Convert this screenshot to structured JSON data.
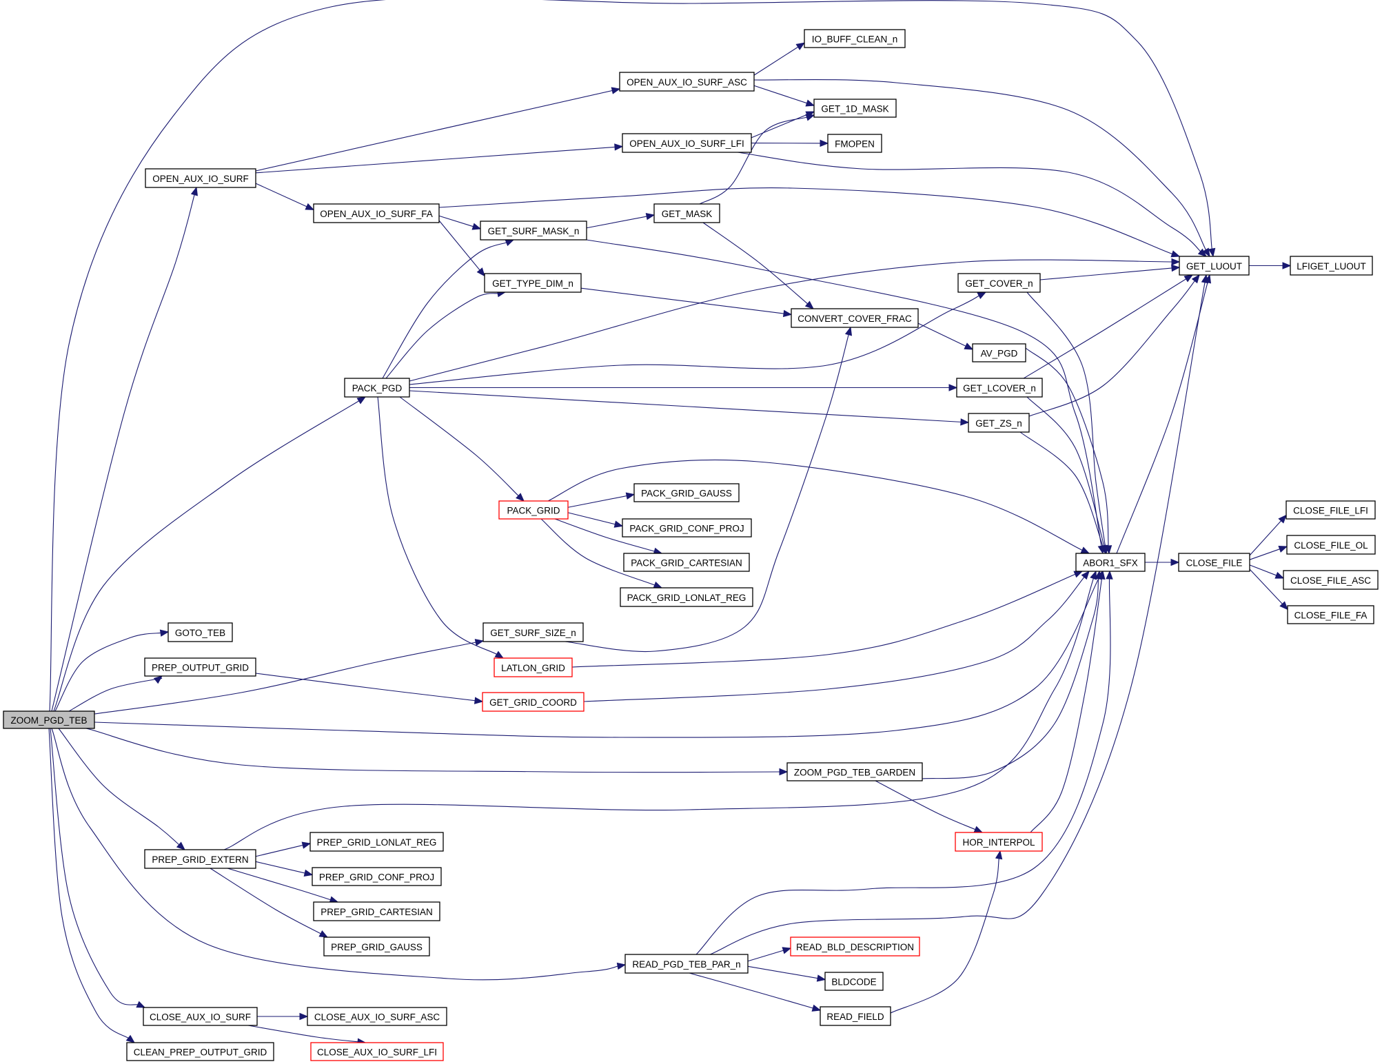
{
  "graph": {
    "root": "ZOOM_PGD_TEB",
    "colors": {
      "edge": "#191970",
      "node_border": "#000000",
      "truncated_border": "#ff0000",
      "root_fill": "#bfbfbf",
      "node_fill": "#ffffff"
    },
    "nodes": [
      {
        "id": "ZOOM_PGD_TEB",
        "label": "ZOOM_PGD_TEB",
        "root": true
      },
      {
        "id": "OPEN_AUX_IO_SURF",
        "label": "OPEN_AUX_IO_SURF"
      },
      {
        "id": "OPEN_AUX_IO_SURF_ASC",
        "label": "OPEN_AUX_IO_SURF_ASC"
      },
      {
        "id": "OPEN_AUX_IO_SURF_LFI",
        "label": "OPEN_AUX_IO_SURF_LFI"
      },
      {
        "id": "OPEN_AUX_IO_SURF_FA",
        "label": "OPEN_AUX_IO_SURF_FA"
      },
      {
        "id": "IO_BUFF_CLEAN_n",
        "label": "IO_BUFF_CLEAN_n"
      },
      {
        "id": "GET_1D_MASK",
        "label": "GET_1D_MASK"
      },
      {
        "id": "FMOPEN",
        "label": "FMOPEN"
      },
      {
        "id": "GET_MASK",
        "label": "GET_MASK"
      },
      {
        "id": "GET_SURF_MASK_n",
        "label": "GET_SURF_MASK_n"
      },
      {
        "id": "GET_TYPE_DIM_n",
        "label": "GET_TYPE_DIM_n"
      },
      {
        "id": "GET_LUOUT",
        "label": "GET_LUOUT"
      },
      {
        "id": "LFIGET_LUOUT",
        "label": "LFIGET_LUOUT"
      },
      {
        "id": "GET_COVER_n",
        "label": "GET_COVER_n"
      },
      {
        "id": "CONVERT_COVER_FRAC",
        "label": "CONVERT_COVER_FRAC"
      },
      {
        "id": "AV_PGD",
        "label": "AV_PGD"
      },
      {
        "id": "PACK_PGD",
        "label": "PACK_PGD"
      },
      {
        "id": "GET_LCOVER_n",
        "label": "GET_LCOVER_n"
      },
      {
        "id": "GET_ZS_n",
        "label": "GET_ZS_n"
      },
      {
        "id": "PACK_GRID",
        "label": "PACK_GRID",
        "truncated": true
      },
      {
        "id": "PACK_GRID_GAUSS",
        "label": "PACK_GRID_GAUSS"
      },
      {
        "id": "PACK_GRID_CONF_PROJ",
        "label": "PACK_GRID_CONF_PROJ"
      },
      {
        "id": "PACK_GRID_CARTESIAN",
        "label": "PACK_GRID_CARTESIAN"
      },
      {
        "id": "PACK_GRID_LONLAT_REG",
        "label": "PACK_GRID_LONLAT_REG"
      },
      {
        "id": "ABOR1_SFX",
        "label": "ABOR1_SFX"
      },
      {
        "id": "CLOSE_FILE",
        "label": "CLOSE_FILE"
      },
      {
        "id": "CLOSE_FILE_LFI",
        "label": "CLOSE_FILE_LFI"
      },
      {
        "id": "CLOSE_FILE_OL",
        "label": "CLOSE_FILE_OL"
      },
      {
        "id": "CLOSE_FILE_ASC",
        "label": "CLOSE_FILE_ASC"
      },
      {
        "id": "CLOSE_FILE_FA",
        "label": "CLOSE_FILE_FA"
      },
      {
        "id": "GOTO_TEB",
        "label": "GOTO_TEB"
      },
      {
        "id": "GET_SURF_SIZE_n",
        "label": "GET_SURF_SIZE_n"
      },
      {
        "id": "PREP_OUTPUT_GRID",
        "label": "PREP_OUTPUT_GRID"
      },
      {
        "id": "LATLON_GRID",
        "label": "LATLON_GRID",
        "truncated": true
      },
      {
        "id": "GET_GRID_COORD",
        "label": "GET_GRID_COORD",
        "truncated": true
      },
      {
        "id": "ZOOM_PGD_TEB_GARDEN",
        "label": "ZOOM_PGD_TEB_GARDEN"
      },
      {
        "id": "HOR_INTERPOL",
        "label": "HOR_INTERPOL",
        "truncated": true
      },
      {
        "id": "PREP_GRID_EXTERN",
        "label": "PREP_GRID_EXTERN"
      },
      {
        "id": "PREP_GRID_LONLAT_REG",
        "label": "PREP_GRID_LONLAT_REG"
      },
      {
        "id": "PREP_GRID_CONF_PROJ",
        "label": "PREP_GRID_CONF_PROJ"
      },
      {
        "id": "PREP_GRID_CARTESIAN",
        "label": "PREP_GRID_CARTESIAN"
      },
      {
        "id": "PREP_GRID_GAUSS",
        "label": "PREP_GRID_GAUSS"
      },
      {
        "id": "READ_PGD_TEB_PAR_n",
        "label": "READ_PGD_TEB_PAR_n"
      },
      {
        "id": "READ_BLD_DESCRIPTION",
        "label": "READ_BLD_DESCRIPTION",
        "truncated": true
      },
      {
        "id": "BLDCODE",
        "label": "BLDCODE"
      },
      {
        "id": "READ_FIELD",
        "label": "READ_FIELD"
      },
      {
        "id": "CLOSE_AUX_IO_SURF",
        "label": "CLOSE_AUX_IO_SURF"
      },
      {
        "id": "CLOSE_AUX_IO_SURF_ASC",
        "label": "CLOSE_AUX_IO_SURF_ASC"
      },
      {
        "id": "CLOSE_AUX_IO_SURF_LFI",
        "label": "CLOSE_AUX_IO_SURF_LFI",
        "truncated": true
      },
      {
        "id": "CLEAN_PREP_OUTPUT_GRID",
        "label": "CLEAN_PREP_OUTPUT_GRID"
      }
    ],
    "edges": [
      [
        "ZOOM_PGD_TEB",
        "GET_LUOUT"
      ],
      [
        "ZOOM_PGD_TEB",
        "OPEN_AUX_IO_SURF"
      ],
      [
        "ZOOM_PGD_TEB",
        "PACK_PGD"
      ],
      [
        "ZOOM_PGD_TEB",
        "GOTO_TEB"
      ],
      [
        "ZOOM_PGD_TEB",
        "PREP_OUTPUT_GRID"
      ],
      [
        "ZOOM_PGD_TEB",
        "GET_SURF_SIZE_n"
      ],
      [
        "ZOOM_PGD_TEB",
        "ABOR1_SFX"
      ],
      [
        "ZOOM_PGD_TEB",
        "ZOOM_PGD_TEB_GARDEN"
      ],
      [
        "ZOOM_PGD_TEB",
        "PREP_GRID_EXTERN"
      ],
      [
        "ZOOM_PGD_TEB",
        "READ_PGD_TEB_PAR_n"
      ],
      [
        "ZOOM_PGD_TEB",
        "CLOSE_AUX_IO_SURF"
      ],
      [
        "ZOOM_PGD_TEB",
        "CLEAN_PREP_OUTPUT_GRID"
      ],
      [
        "OPEN_AUX_IO_SURF",
        "OPEN_AUX_IO_SURF_ASC"
      ],
      [
        "OPEN_AUX_IO_SURF",
        "OPEN_AUX_IO_SURF_LFI"
      ],
      [
        "OPEN_AUX_IO_SURF",
        "OPEN_AUX_IO_SURF_FA"
      ],
      [
        "OPEN_AUX_IO_SURF_ASC",
        "IO_BUFF_CLEAN_n"
      ],
      [
        "OPEN_AUX_IO_SURF_ASC",
        "GET_1D_MASK"
      ],
      [
        "OPEN_AUX_IO_SURF_ASC",
        "GET_LUOUT"
      ],
      [
        "OPEN_AUX_IO_SURF_LFI",
        "GET_1D_MASK"
      ],
      [
        "OPEN_AUX_IO_SURF_LFI",
        "FMOPEN"
      ],
      [
        "OPEN_AUX_IO_SURF_LFI",
        "GET_LUOUT"
      ],
      [
        "OPEN_AUX_IO_SURF_FA",
        "GET_LUOUT"
      ],
      [
        "OPEN_AUX_IO_SURF_FA",
        "GET_SURF_MASK_n"
      ],
      [
        "OPEN_AUX_IO_SURF_FA",
        "GET_TYPE_DIM_n"
      ],
      [
        "GET_SURF_MASK_n",
        "GET_MASK"
      ],
      [
        "GET_SURF_MASK_n",
        "ABOR1_SFX"
      ],
      [
        "GET_MASK",
        "GET_1D_MASK"
      ],
      [
        "GET_MASK",
        "CONVERT_COVER_FRAC"
      ],
      [
        "GET_TYPE_DIM_n",
        "CONVERT_COVER_FRAC"
      ],
      [
        "PACK_PGD",
        "GET_SURF_MASK_n"
      ],
      [
        "PACK_PGD",
        "GET_TYPE_DIM_n"
      ],
      [
        "PACK_PGD",
        "GET_LUOUT"
      ],
      [
        "PACK_PGD",
        "GET_COVER_n"
      ],
      [
        "PACK_PGD",
        "GET_LCOVER_n"
      ],
      [
        "PACK_PGD",
        "GET_ZS_n"
      ],
      [
        "PACK_PGD",
        "PACK_GRID"
      ],
      [
        "PACK_PGD",
        "LATLON_GRID"
      ],
      [
        "GET_COVER_n",
        "GET_LUOUT"
      ],
      [
        "GET_COVER_n",
        "ABOR1_SFX"
      ],
      [
        "CONVERT_COVER_FRAC",
        "AV_PGD"
      ],
      [
        "AV_PGD",
        "ABOR1_SFX"
      ],
      [
        "GET_LCOVER_n",
        "GET_LUOUT"
      ],
      [
        "GET_LCOVER_n",
        "ABOR1_SFX"
      ],
      [
        "GET_ZS_n",
        "GET_LUOUT"
      ],
      [
        "GET_ZS_n",
        "ABOR1_SFX"
      ],
      [
        "PACK_GRID",
        "PACK_GRID_GAUSS"
      ],
      [
        "PACK_GRID",
        "PACK_GRID_CONF_PROJ"
      ],
      [
        "PACK_GRID",
        "PACK_GRID_CARTESIAN"
      ],
      [
        "PACK_GRID",
        "PACK_GRID_LONLAT_REG"
      ],
      [
        "PACK_GRID",
        "ABOR1_SFX"
      ],
      [
        "GET_SURF_SIZE_n",
        "CONVERT_COVER_FRAC"
      ],
      [
        "LATLON_GRID",
        "ABOR1_SFX"
      ],
      [
        "PREP_OUTPUT_GRID",
        "GET_GRID_COORD"
      ],
      [
        "GET_GRID_COORD",
        "ABOR1_SFX"
      ],
      [
        "ABOR1_SFX",
        "GET_LUOUT"
      ],
      [
        "ABOR1_SFX",
        "CLOSE_FILE"
      ],
      [
        "GET_LUOUT",
        "LFIGET_LUOUT"
      ],
      [
        "CLOSE_FILE",
        "CLOSE_FILE_LFI"
      ],
      [
        "CLOSE_FILE",
        "CLOSE_FILE_OL"
      ],
      [
        "CLOSE_FILE",
        "CLOSE_FILE_ASC"
      ],
      [
        "CLOSE_FILE",
        "CLOSE_FILE_FA"
      ],
      [
        "ZOOM_PGD_TEB_GARDEN",
        "ABOR1_SFX"
      ],
      [
        "ZOOM_PGD_TEB_GARDEN",
        "HOR_INTERPOL"
      ],
      [
        "HOR_INTERPOL",
        "ABOR1_SFX"
      ],
      [
        "PREP_GRID_EXTERN",
        "ABOR1_SFX"
      ],
      [
        "PREP_GRID_EXTERN",
        "PREP_GRID_LONLAT_REG"
      ],
      [
        "PREP_GRID_EXTERN",
        "PREP_GRID_CONF_PROJ"
      ],
      [
        "PREP_GRID_EXTERN",
        "PREP_GRID_CARTESIAN"
      ],
      [
        "PREP_GRID_EXTERN",
        "PREP_GRID_GAUSS"
      ],
      [
        "READ_PGD_TEB_PAR_n",
        "ABOR1_SFX"
      ],
      [
        "READ_PGD_TEB_PAR_n",
        "GET_LUOUT"
      ],
      [
        "READ_PGD_TEB_PAR_n",
        "READ_BLD_DESCRIPTION"
      ],
      [
        "READ_PGD_TEB_PAR_n",
        "BLDCODE"
      ],
      [
        "READ_PGD_TEB_PAR_n",
        "READ_FIELD"
      ],
      [
        "READ_FIELD",
        "HOR_INTERPOL"
      ],
      [
        "CLOSE_AUX_IO_SURF",
        "CLOSE_AUX_IO_SURF_ASC"
      ],
      [
        "CLOSE_AUX_IO_SURF",
        "CLOSE_AUX_IO_SURF_LFI"
      ]
    ]
  }
}
